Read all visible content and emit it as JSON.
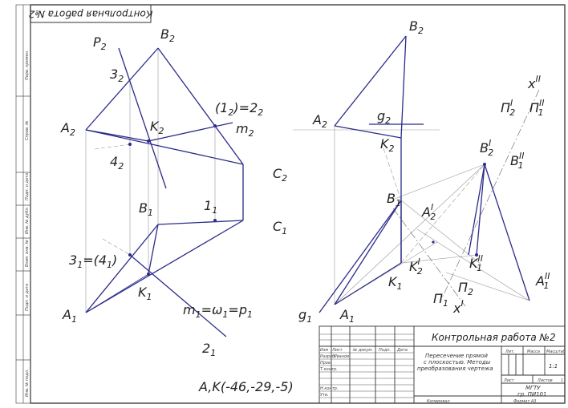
{
  "stamp": {
    "text": "Контрольная работа №2"
  },
  "side_labels": [
    "Перв. примен.",
    "Справ. №",
    "Подп. и дата",
    "Инв. № дубл.",
    "Взам. инв. №",
    "Подп. и дата",
    "Инв. № подл."
  ],
  "left_view": {
    "labels": {
      "P2": "P",
      "P2_sub": "2",
      "B2": "B",
      "B2_sub": "2",
      "L3_2": "3",
      "L3_2_sub": "2",
      "A2": "A",
      "A2_sub": "2",
      "K2": "K",
      "K2_sub": "2",
      "L12_2": "(1",
      "L12_2_mid": "2",
      "L12_2_eq": ")=2",
      "L12_2_sub": "2",
      "M2": "m",
      "M2_sub": "2",
      "L4_2": "4",
      "L4_2_sub": "2",
      "C2": "C",
      "C2_sub": "2",
      "B1": "B",
      "B1_sub": "1",
      "L1_1": "1",
      "L1_1_sub": "1",
      "C1": "C",
      "C1_sub": "1",
      "L3_1": "3",
      "L3_1_sub": "1",
      "L3_1_eq": "=(4",
      "L3_1_sub2": "1",
      "L3_1_close": ")",
      "K1": "K",
      "K1_sub": "1",
      "A1": "A",
      "A1_sub": "1",
      "M1": "m",
      "M1_sub": "1",
      "M1_eq1": "=ω",
      "M1_sub2": "1",
      "M1_eq2": "=p",
      "M1_sub3": "1",
      "L2_1": "2",
      "L2_1_sub": "1"
    }
  },
  "coords_note": "A,K(-46,-29,-5)",
  "right_view": {
    "labels": {
      "B2": "B",
      "B2_sub": "2",
      "A2": "A",
      "A2_sub": "2",
      "G2": "g",
      "G2_sub": "2",
      "K2": "K",
      "K2_sub": "2",
      "B1": "B",
      "B1_sub": "1",
      "K1": "K",
      "K1_sub": "1",
      "A1": "A",
      "A1_sub": "1",
      "G1": "g",
      "G1_sub": "1",
      "X2": "x",
      "X2_sup": "II",
      "PI2p": "П",
      "PI2p_sup": "I",
      "PI2p_sub": "2",
      "PI1pp": "П",
      "PI1pp_sup": "II",
      "PI1pp_sub": "1",
      "B2p": "B",
      "B2p_sup": "I",
      "B2p_sub": "2",
      "B1pp": "B",
      "B1pp_sup": "II",
      "B1pp_sub": "1",
      "A2p": "A",
      "A2p_sup": "I",
      "A2p_sub": "2",
      "K2p": "K",
      "K2p_sup": "I",
      "K2p_sub": "2",
      "K1pp": "K",
      "K1pp_sup": "II",
      "K1pp_sub": "1",
      "A1pp": "A",
      "A1pp_sup": "II",
      "A1pp_sub": "1",
      "PI2": "П",
      "PI2_sub": "2",
      "PI1": "П",
      "PI1_sub": "1",
      "X1": "x",
      "X1_sup": "I"
    }
  },
  "title_block": {
    "title": "Контрольная работа №2",
    "description": [
      "Пересечение прямой",
      "с плоскостью. Методы",
      "преобразования чертежа"
    ],
    "col_headers": [
      "Изм",
      "Лист",
      "№ докум.",
      "Подп.",
      "Дата"
    ],
    "rows": [
      "Разраб.",
      "Пров.",
      "Т.контр.",
      "Н.контр.",
      "Утв."
    ],
    "developer": "Иванов",
    "lit_header": "Лит.",
    "mass_header": "Масса",
    "scale_header": "Масштаб",
    "scale_value": "1:1",
    "sheet_label": "Лист",
    "sheets_label": "Листов",
    "sheets_value": "1",
    "org_line1": "МГТУ",
    "org_line2": "гр. ПИ101",
    "copied": "Копировал",
    "format": "Формат  А3"
  }
}
